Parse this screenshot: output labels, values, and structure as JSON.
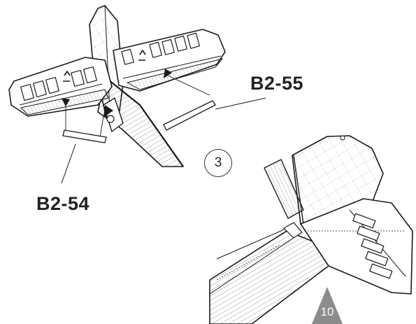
{
  "callouts": {
    "part_a": "B2-55",
    "part_b": "B2-54"
  },
  "step": "3",
  "page": "10",
  "colors": {
    "line": "#1a1a1a",
    "page_tab": "#8c8c8c",
    "background": "#ffffff"
  }
}
